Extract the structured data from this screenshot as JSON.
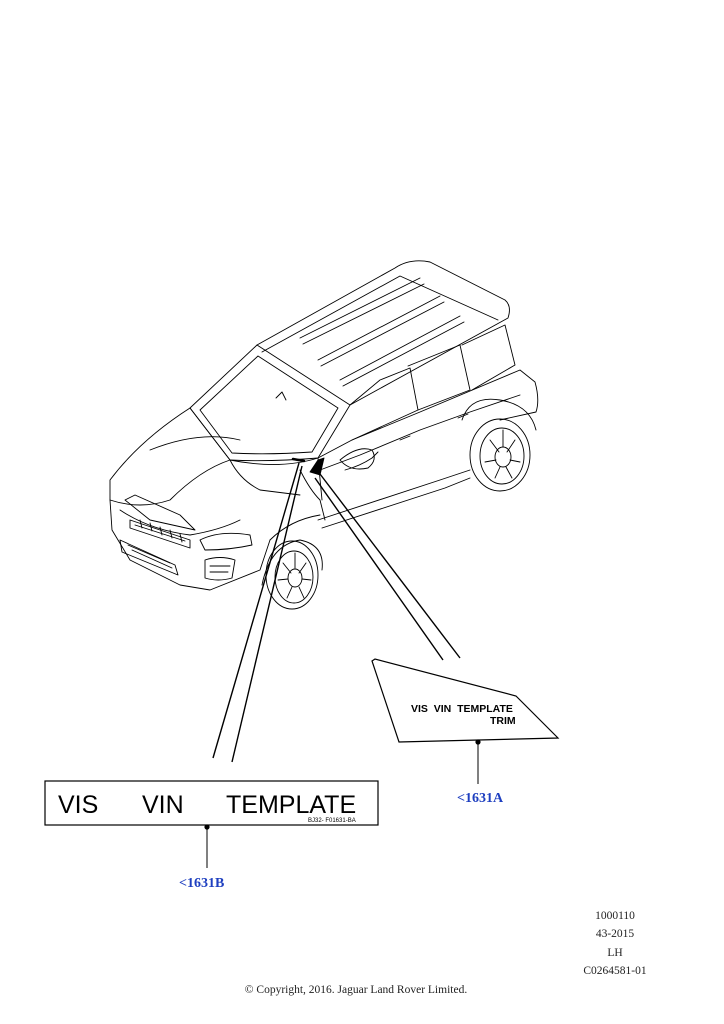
{
  "colors": {
    "link": "#1e3fc0",
    "line": "#000000",
    "background": "#ffffff"
  },
  "label_a": {
    "line1": "VIS  VIN  TEMPLATE",
    "line2": "TRIM",
    "callout": "<1631A"
  },
  "label_b": {
    "words": [
      "VIS",
      "VIN",
      "TEMPLATE"
    ],
    "code": "BJ32- F01631-BA",
    "callout": "<1631B"
  },
  "meta": {
    "lines": [
      "1000110",
      "43-2015",
      "LH",
      "C0264581-01"
    ],
    "copyright": "© Copyright, 2016. Jaguar Land Rover Limited."
  }
}
